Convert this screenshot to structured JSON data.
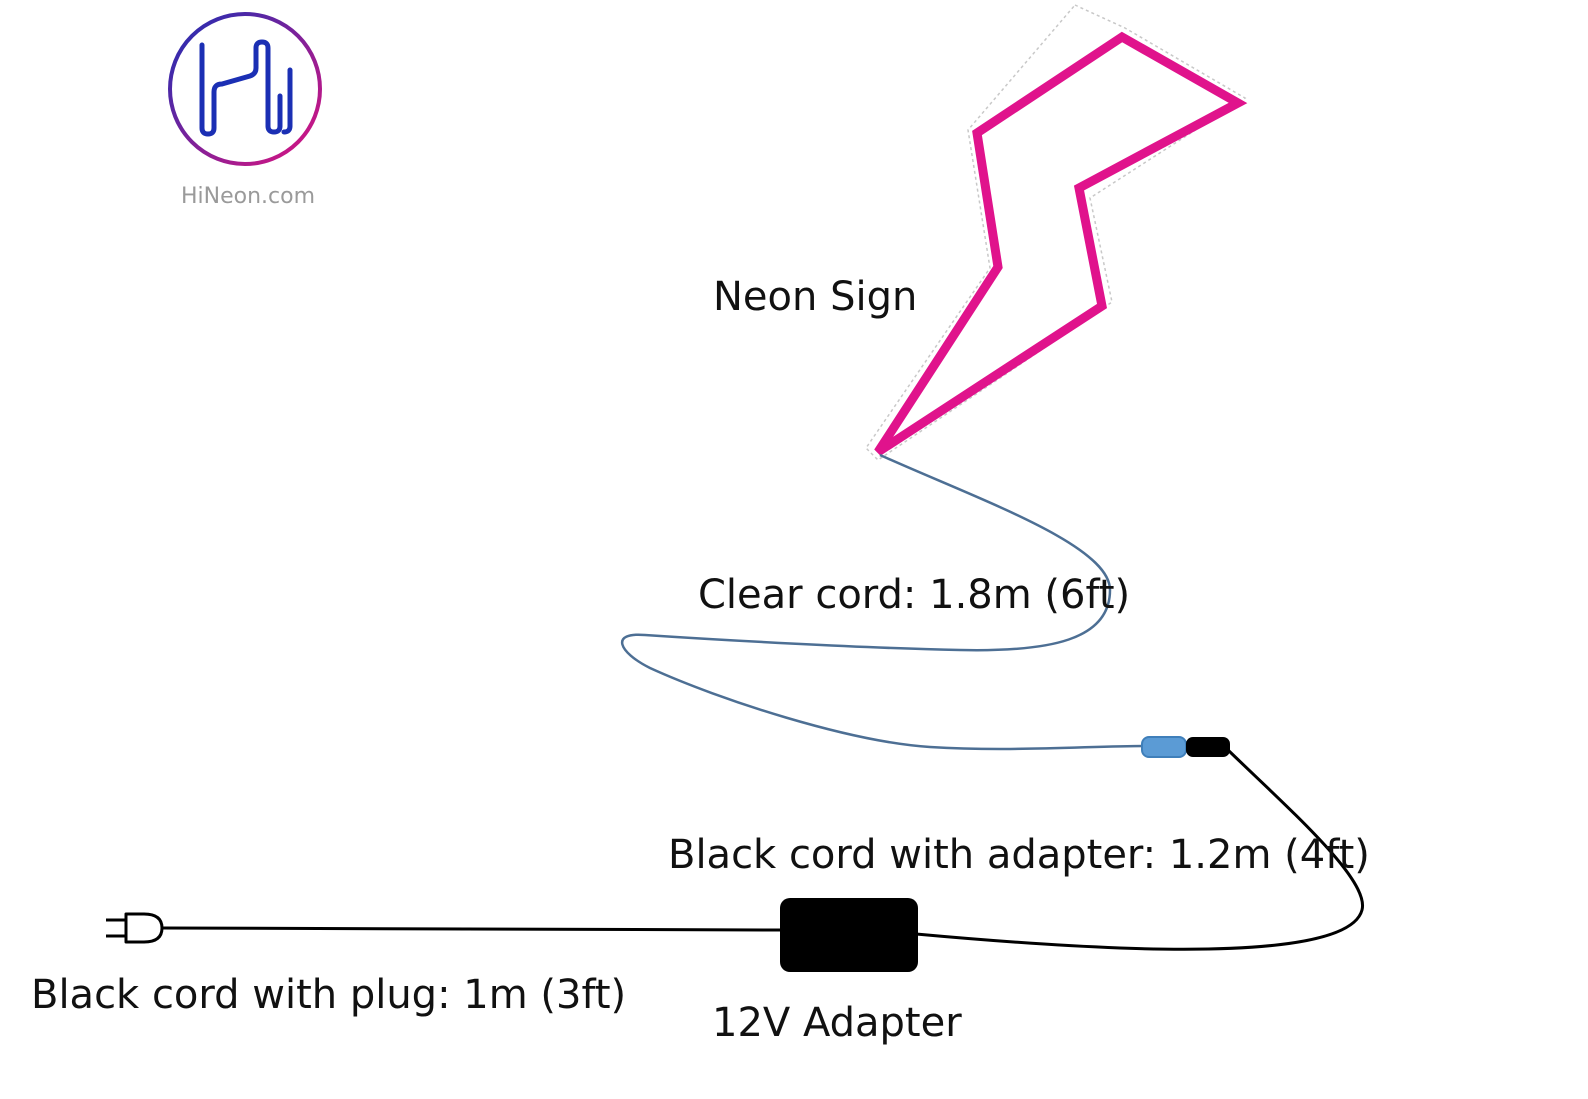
{
  "brand": {
    "name": "HiNeon.com",
    "colors": {
      "ring_start": "#1b2fb4",
      "ring_end": "#e0137f",
      "glyph": "#1b2fb4"
    }
  },
  "labels": {
    "neon_sign": "Neon Sign",
    "clear_cord": "Clear cord: 1.8m (6ft)",
    "black_cord_adapter": "Black cord with adapter: 1.2m (4ft)",
    "black_cord_plug": "Black cord with plug: 1m (3ft)",
    "adapter": "12V Adapter"
  },
  "colors": {
    "neon": "#e0138c",
    "clear_cord": "#4d6f94",
    "connector_clear": "#5b9bd5",
    "connector_black": "#000000",
    "black_cord": "#000000",
    "adapter_body": "#000000"
  }
}
